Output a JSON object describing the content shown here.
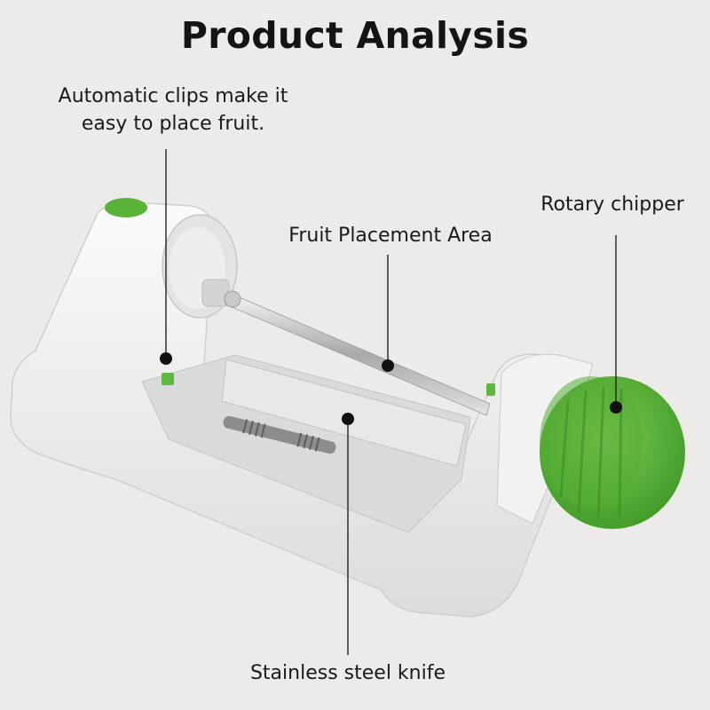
{
  "title": "Product Analysis",
  "callouts": {
    "clips": {
      "line1": "Automatic clips make it",
      "line2": "easy to place fruit."
    },
    "placement_area": "Fruit Placement Area",
    "rotary": "Rotary chipper",
    "knife": "Stainless steel knife"
  },
  "colors": {
    "background": "#ecebe9",
    "body": "#f4f4f4",
    "accent_green": "#5bb43a"
  }
}
